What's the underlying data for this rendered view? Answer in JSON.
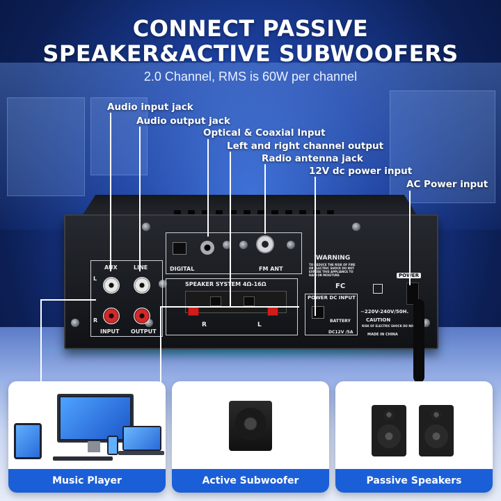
{
  "header": {
    "title_line1": "CONNECT PASSIVE",
    "title_line2": "SPEAKER&ACTIVE SUBWOOFERS",
    "subtitle": "2.0 Channel, RMS is 60W per channel"
  },
  "callouts": {
    "audio_input": "Audio input jack",
    "audio_output": "Audio output jack",
    "optical_coaxial": "Optical & Coaxial Input",
    "lr_output": "Left and right channel output",
    "radio_antenna": "Radio antenna jack",
    "dc_power": "12V dc power input",
    "ac_power": "AC Power input"
  },
  "amplifier": {
    "aux": "AUX",
    "line": "LINE",
    "input": "INPUT",
    "output": "OUTPUT",
    "left": "L",
    "right": "R",
    "digital": "DIGITAL",
    "fm_ant": "FM ANT",
    "speaker_system": "SPEAKER SYSTEM 4Ω-16Ω",
    "spk_r": "R",
    "spk_l": "L",
    "warning": "WARNING",
    "warning_text": "TO REDUCE THE RISK OF FIRE OR ELECTRIC SHOCK DO NOT EXPOSE THIS APPLIANCE TO RAIN OR MOISTURE",
    "fc": "FC",
    "power_dc_input": "POWER DC INPUT",
    "battery": "BATTERY",
    "dc_rating": "DC12V /5A",
    "ac_rating": "~220V-240V/50H.",
    "caution": "CAUTION",
    "caution_text": "RISK OF ELECTRIC SHOCK DO NOT OPEN",
    "made_in": "MADE IN CHINA",
    "power": "POWER"
  },
  "cards": [
    {
      "label": "Music Player"
    },
    {
      "label": "Active Subwoofer"
    },
    {
      "label": "Passive Speakers"
    }
  ],
  "colors": {
    "card_label_bg": "#1b5fd8",
    "background_blue": "#1c3f9c",
    "rca_red": "#d62828"
  }
}
